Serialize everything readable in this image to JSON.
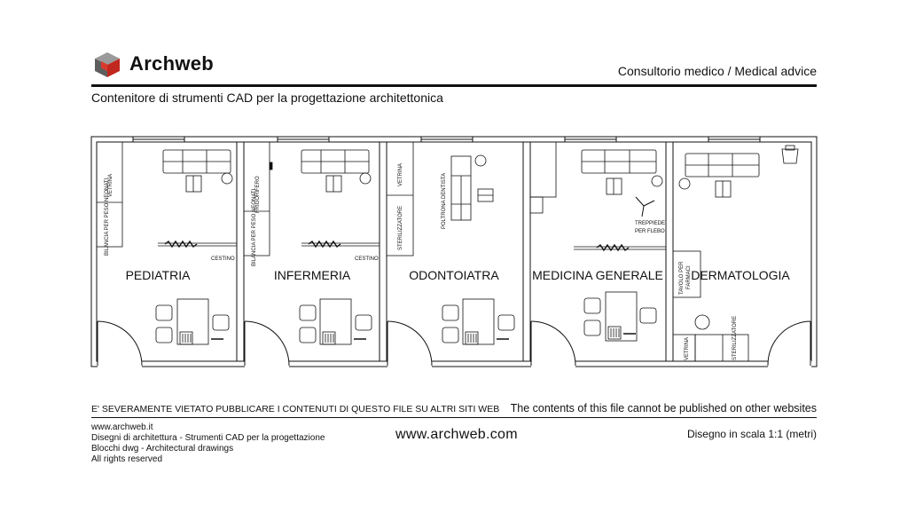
{
  "header": {
    "brand": "Archweb",
    "document_title": "Consultorio medico  /  Medical advice",
    "subtitle": "Contenitore di strumenti CAD per la progettazione architettonica"
  },
  "plan": {
    "rooms": [
      {
        "name": "PEDIATRIA",
        "labels": {
          "vetrina": "VETRINA",
          "bilancia": "BILANCIA PER PESO NEONATI",
          "cestino": "CESTINO"
        }
      },
      {
        "name": "INFERMERIA",
        "labels": {
          "frigorifero": "FRIGORIFERO",
          "bilancia": "BILANCIA PER PESO NEONATI",
          "cestino": "CESTINO"
        }
      },
      {
        "name": "ODONTOIATRA",
        "labels": {
          "vetrina": "VETRINA",
          "sterilizzatore": "STERILIZZATORE",
          "poltrona": "POLTRONA DENTISTA"
        }
      },
      {
        "name": "MEDICINA GENERALE",
        "labels": {
          "treppiede": "TREPPIEDE",
          "per_flebo": "PER FLEBO"
        }
      },
      {
        "name": "DERMATOLOGIA",
        "labels": {
          "tavolo": "TAVOLO PER",
          "farmaci": "FARMACI",
          "vetrina": "VETRINA",
          "sterilizzatore": "STERILIZZATORE"
        }
      }
    ]
  },
  "footer": {
    "warning_it": "E' SEVERAMENTE VIETATO PUBBLICARE I CONTENUTI DI QUESTO FILE SU ALTRI SITI WEB",
    "warning_en": "The contents of this file cannot be published on other websites",
    "lines": [
      "www.archweb.it",
      "Disegni di architettura - Strumenti CAD  per la progettazione",
      "Blocchi dwg - Architectural drawings",
      "All rights reserved"
    ],
    "site": "www.archweb.com",
    "scale": "Disegno in scala 1:1 (metri)"
  },
  "colors": {
    "line": "#111111",
    "logo_red": "#b3261e",
    "logo_grey": "#6d6d6d"
  }
}
